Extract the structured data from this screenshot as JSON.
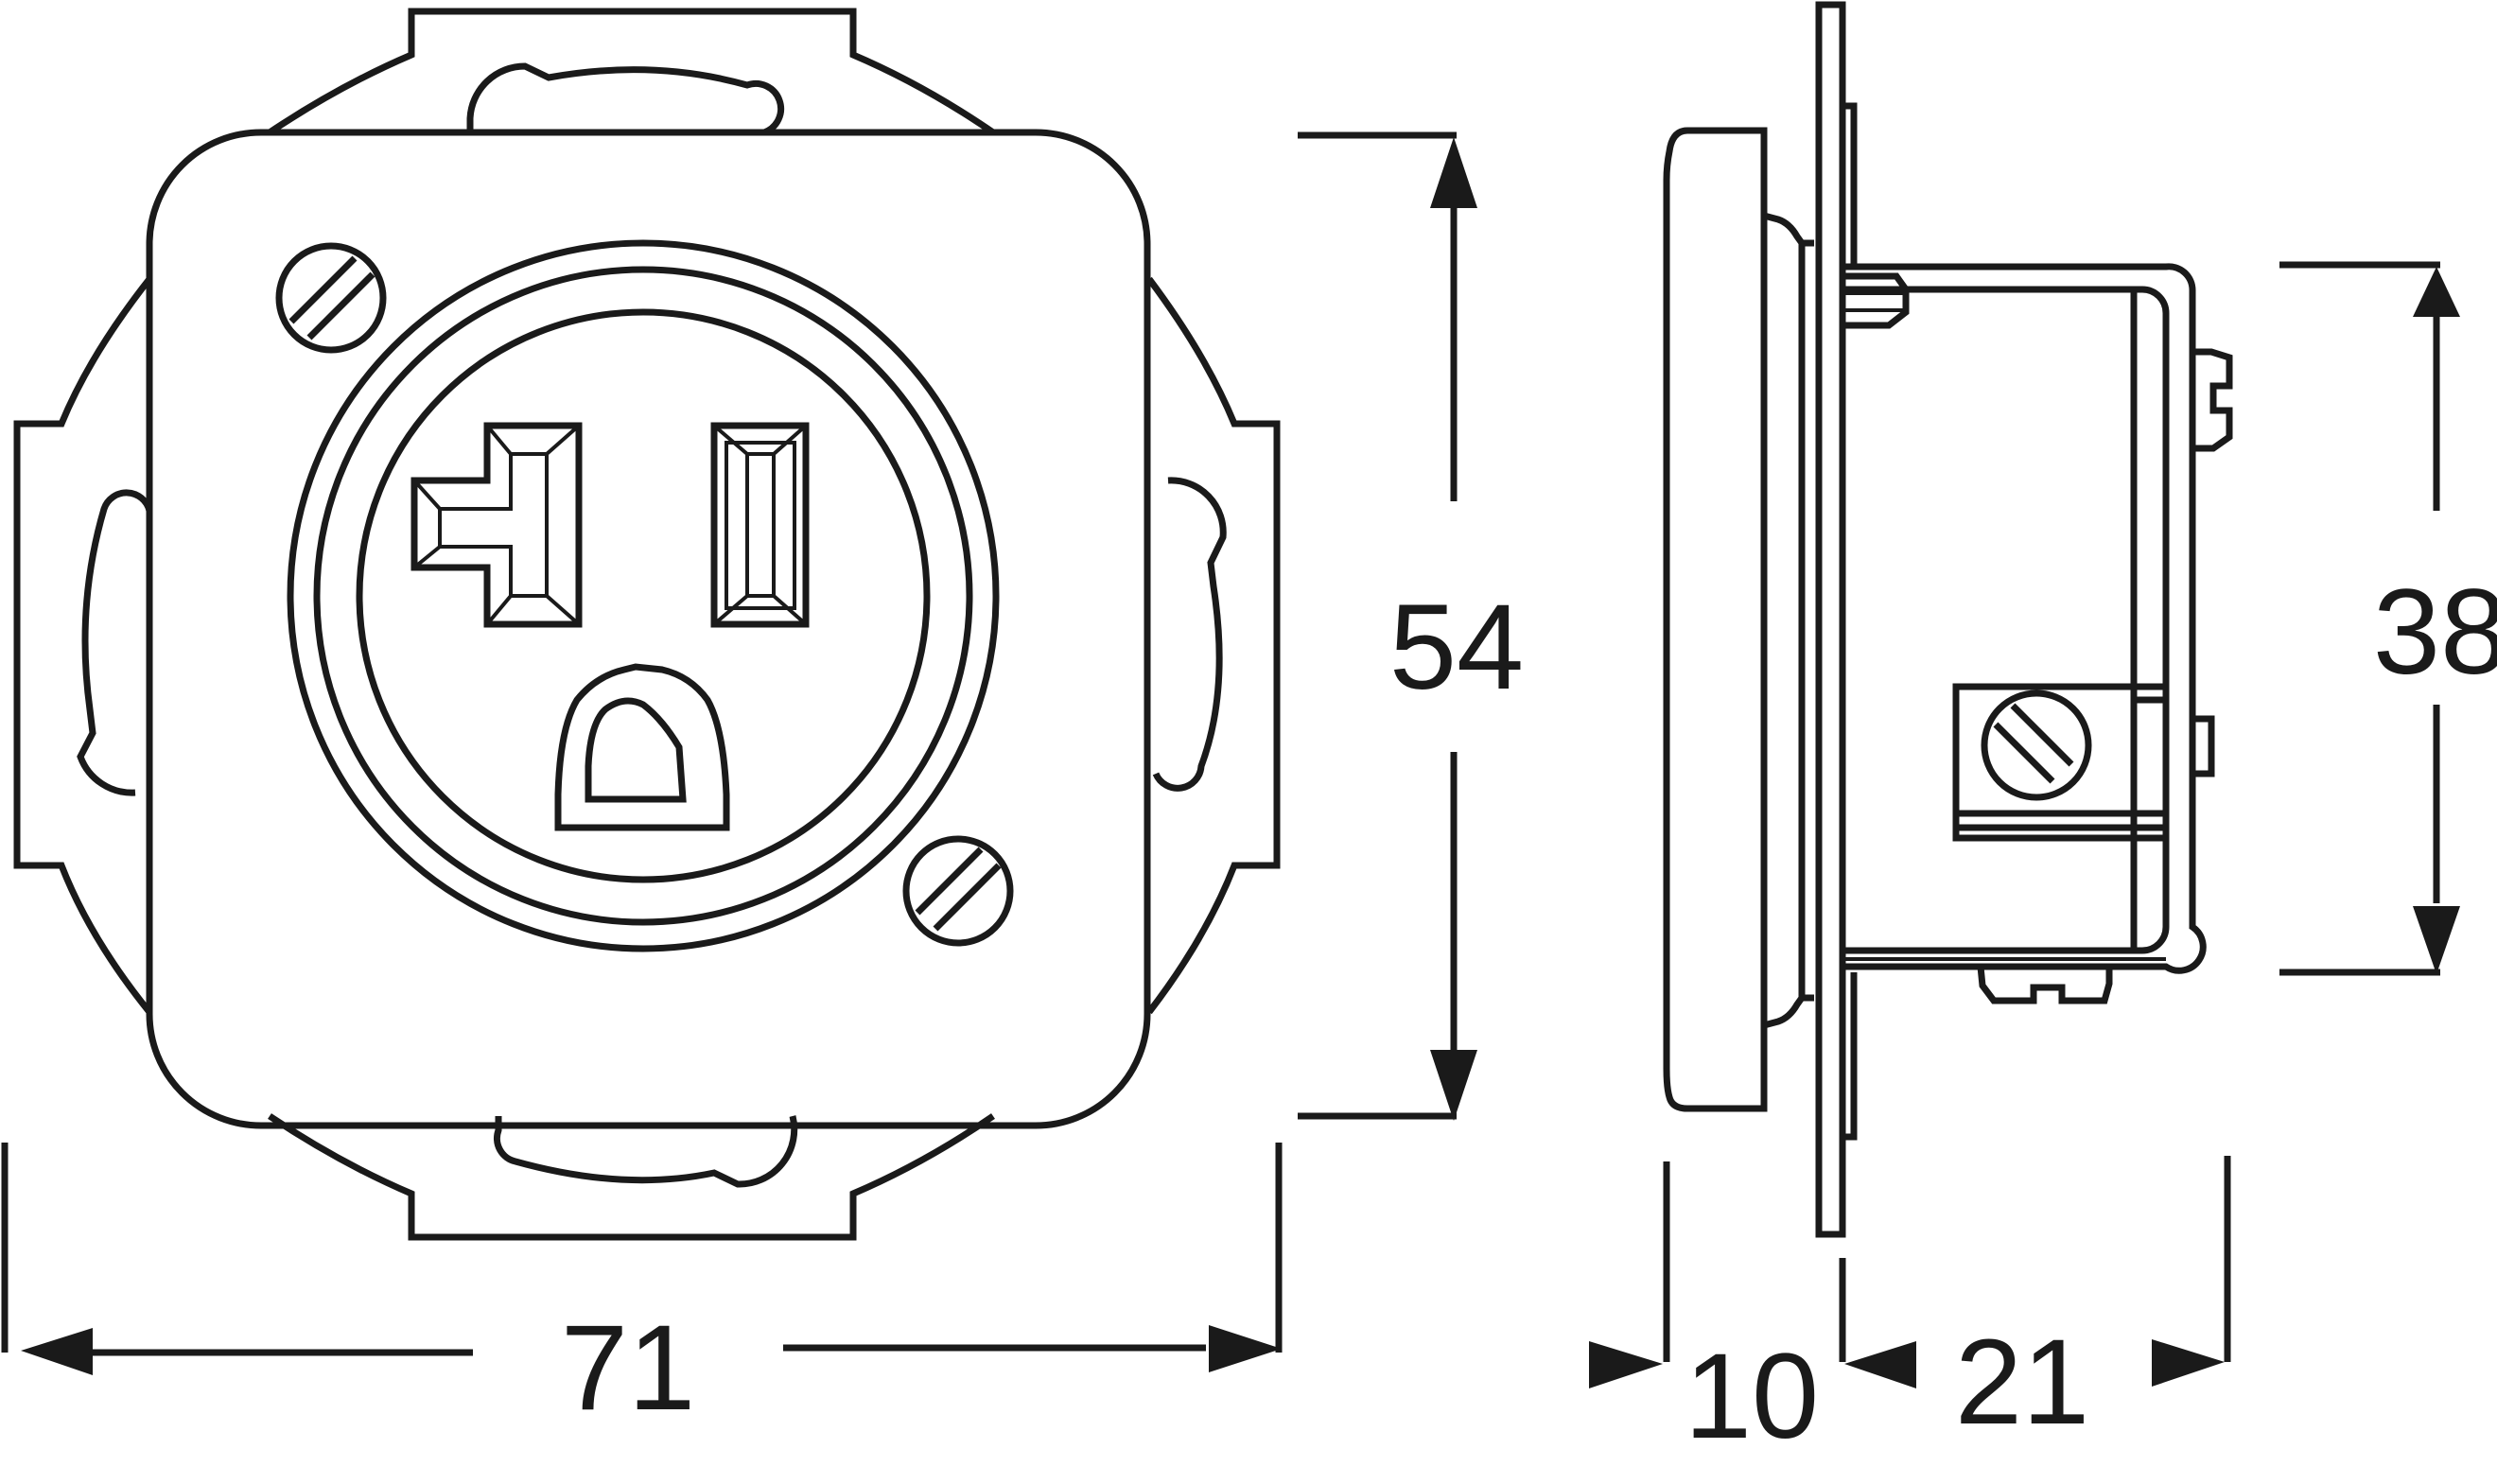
{
  "dimensions": {
    "front_width": "71",
    "front_height": "54",
    "depth_cover": "10",
    "depth_body": "21",
    "body_height": "38"
  },
  "views": [
    "front-view",
    "side-view"
  ],
  "colors": {
    "line": "#1a1a1a",
    "background": "#ffffff"
  }
}
